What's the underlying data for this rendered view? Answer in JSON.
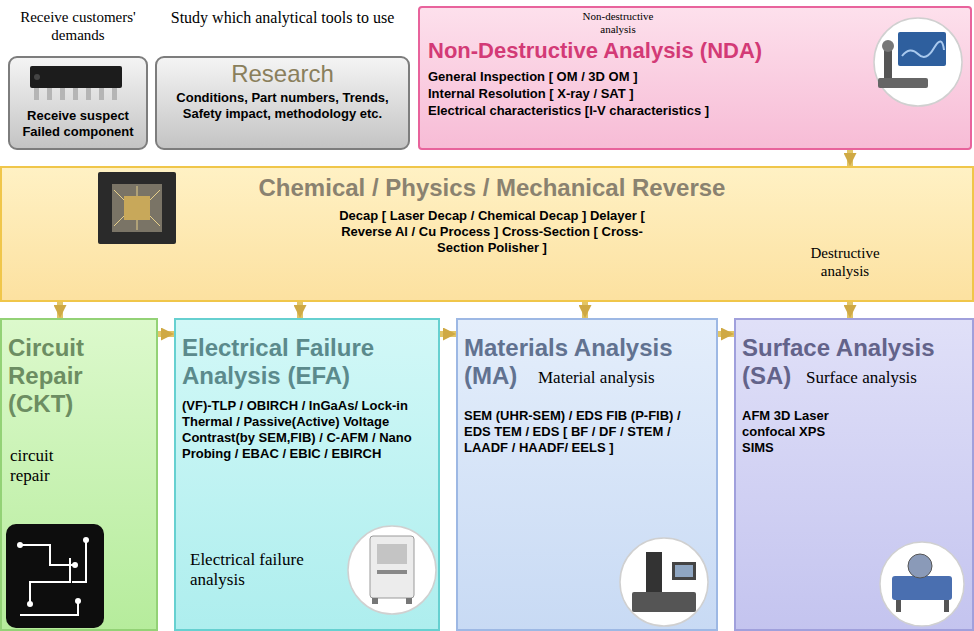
{
  "diagram": {
    "nodes": [
      {
        "text": [
          "Receive customers' demands",
          "Receive suspect Failed component"
        ]
      },
      {
        "text": [
          "Study which analytical tools to use",
          "Research",
          "Conditions, Part numbers, Trends, Safety impact, methodology etc."
        ]
      },
      {
        "text": [
          "Non-destructive analysis",
          "Non-Destructive Analysis (NDA)",
          "General Inspection [ OM / 3D OM ]",
          "Internal Resolution [ X-ray / SAT ]",
          "Electrical characteristics [I-V characteristics ]"
        ]
      },
      {
        "text": [
          "Chemical / Physics / Mechanical Reverse",
          "Decap [ Laser Decap / Chemical Decap ] Delayer [ Reverse Al / Cu Process ] Cross-Section [ Cross-Section Polisher ]",
          "Destructive analysis"
        ]
      },
      {
        "text": [
          "Circuit Repair (CKT)",
          "circuit repair"
        ]
      },
      {
        "text": [
          "Electrical Failure Analysis (EFA)",
          "(VF)-TLP / OBIRCH / InGaAs/ Lock-in Thermal / Passive(Active) Voltage Contrast(by SEM,FIB) / C-AFM / Nano Probing / EBAC / EBIC / EBIRCH",
          "Electrical failure analysis"
        ]
      },
      {
        "text": [
          "Materials Analysis (MA)",
          "Material analysis",
          "SEM (UHR-SEM) / EDS FIB (P-FIB) / EDS TEM / EDS [ BF / DF / STEM / LAADF / HAADF/ EELS ]"
        ]
      },
      {
        "text": [
          "Surface Analysis (SA)",
          "Surface analysis",
          "AFM 3D Laser confocal XPS SIMS"
        ]
      }
    ],
    "edges": [
      {
        "from": 2,
        "to": 3,
        "arrow": "to"
      },
      {
        "from": 3,
        "to": 4,
        "arrow": "to"
      },
      {
        "from": 3,
        "to": 5,
        "arrow": "to"
      },
      {
        "from": 3,
        "to": 6,
        "arrow": "to"
      },
      {
        "from": 3,
        "to": 7,
        "arrow": "to"
      },
      {
        "from": 4,
        "to": 5,
        "arrow": "to"
      },
      {
        "from": 5,
        "to": 6,
        "arrow": "to"
      },
      {
        "from": 6,
        "to": 7,
        "arrow": "to"
      }
    ]
  }
}
